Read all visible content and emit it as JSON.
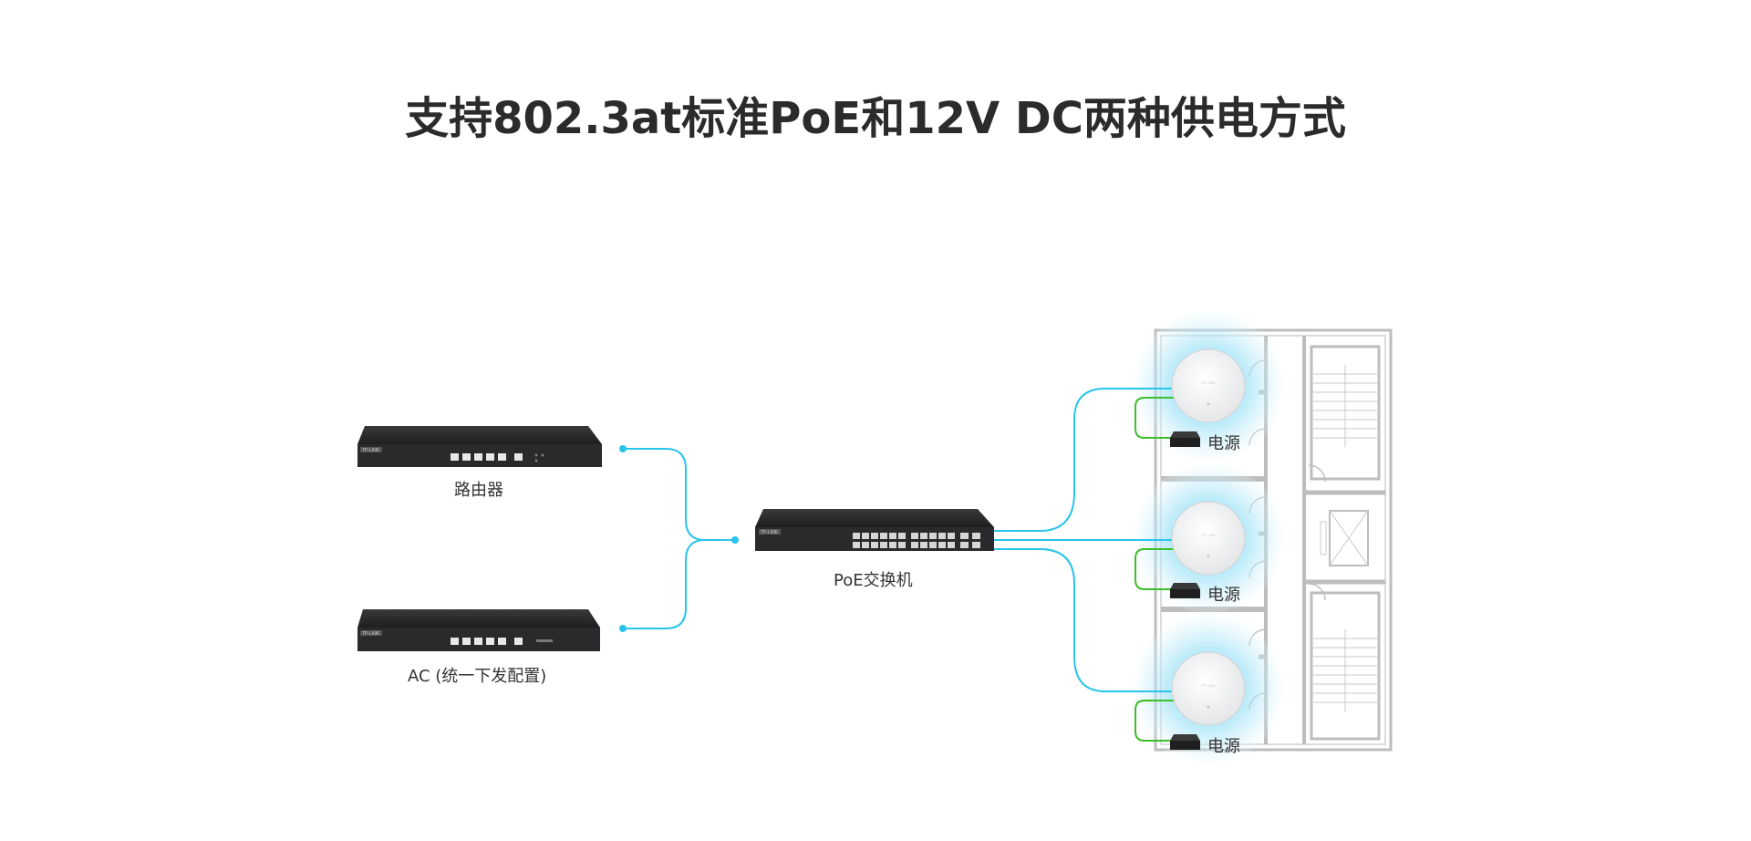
{
  "page": {
    "title": "支持802.3at标准PoE和12V DC两种供电方式"
  },
  "devices": {
    "router_label": "路由器",
    "ac_label": "AC (统一下发配置)",
    "switch_label": "PoE交换机",
    "router_brand": "TP-LINK",
    "switch_brand": "TP-LINK",
    "ac_brand": "TP-LINK",
    "ap_brand": "TP-LINK"
  },
  "aps": [
    {
      "power_label": "电源"
    },
    {
      "power_label": "电源"
    },
    {
      "power_label": "电源"
    }
  ],
  "colors": {
    "cable": "#29c4ec",
    "power_cable": "#3cbf2a",
    "signal": "#8fdcf5",
    "wall": "#b5b5b5",
    "device": "#2e2e30",
    "title": "#2b2b2b"
  }
}
